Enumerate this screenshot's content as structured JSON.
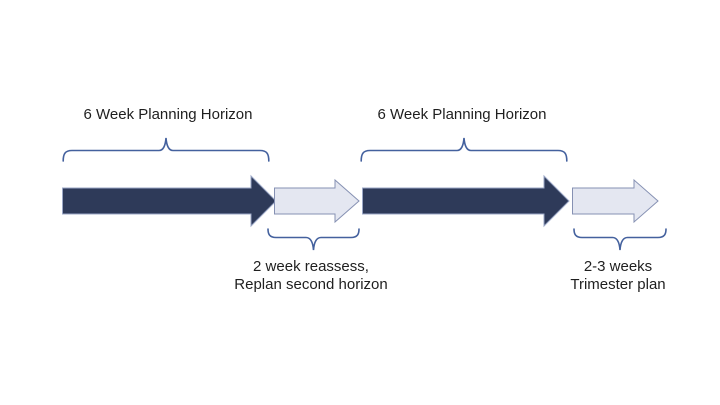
{
  "diagram": {
    "type": "timeline-arrow-sequence",
    "segments": [
      {
        "id": "horizon-1",
        "label": "6 Week Planning Horizon",
        "arrow": "dark",
        "label_position": "above"
      },
      {
        "id": "reassess",
        "label_lines": [
          "2 week reassess,",
          "Replan second horizon"
        ],
        "arrow": "light",
        "label_position": "below"
      },
      {
        "id": "horizon-2",
        "label": "6 Week Planning Horizon",
        "arrow": "dark",
        "label_position": "above"
      },
      {
        "id": "trimester",
        "label_lines": [
          "2-3 weeks",
          "Trimester plan"
        ],
        "arrow": "light",
        "label_position": "below"
      }
    ]
  },
  "colors": {
    "background": "#ffffff",
    "dark_arrow_fill": "#2e3a59",
    "dark_arrow_stroke": "#9ba7c6",
    "light_arrow_fill": "#e4e7f1",
    "light_arrow_stroke": "#8691b3",
    "brace_stroke": "#44619e",
    "text": "#1f1f1f"
  }
}
